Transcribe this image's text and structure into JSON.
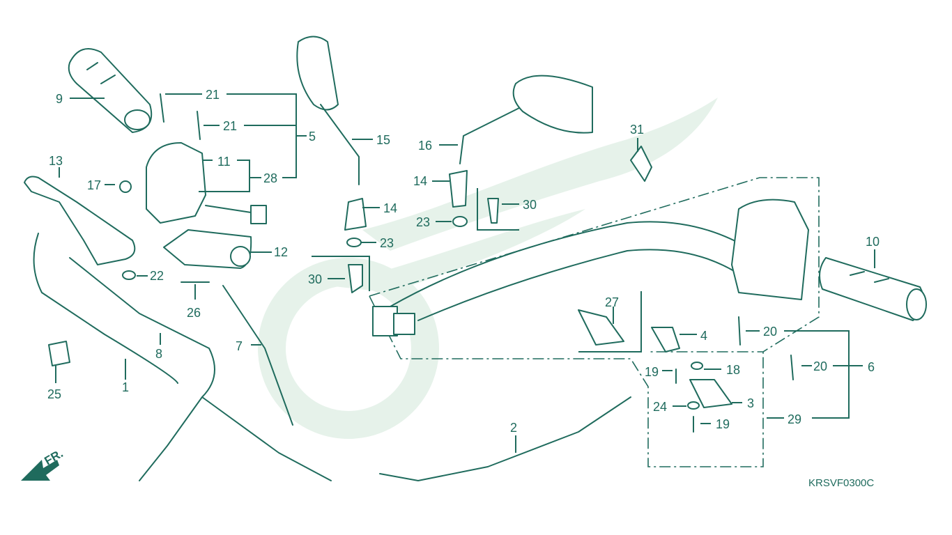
{
  "diagram": {
    "parts": [
      {
        "id": "1",
        "label": "1"
      },
      {
        "id": "2",
        "label": "2"
      },
      {
        "id": "3",
        "label": "3"
      },
      {
        "id": "4",
        "label": "4"
      },
      {
        "id": "5",
        "label": "5"
      },
      {
        "id": "6",
        "label": "6"
      },
      {
        "id": "7",
        "label": "7"
      },
      {
        "id": "8",
        "label": "8"
      },
      {
        "id": "9",
        "label": "9"
      },
      {
        "id": "10",
        "label": "10"
      },
      {
        "id": "11",
        "label": "11"
      },
      {
        "id": "12",
        "label": "12"
      },
      {
        "id": "13",
        "label": "13"
      },
      {
        "id": "14a",
        "label": "14"
      },
      {
        "id": "14b",
        "label": "14"
      },
      {
        "id": "15",
        "label": "15"
      },
      {
        "id": "16",
        "label": "16"
      },
      {
        "id": "17",
        "label": "17"
      },
      {
        "id": "18",
        "label": "18"
      },
      {
        "id": "19a",
        "label": "19"
      },
      {
        "id": "19b",
        "label": "19"
      },
      {
        "id": "20a",
        "label": "20"
      },
      {
        "id": "20b",
        "label": "20"
      },
      {
        "id": "21a",
        "label": "21"
      },
      {
        "id": "21b",
        "label": "21"
      },
      {
        "id": "22",
        "label": "22"
      },
      {
        "id": "23a",
        "label": "23"
      },
      {
        "id": "23b",
        "label": "23"
      },
      {
        "id": "24",
        "label": "24"
      },
      {
        "id": "25",
        "label": "25"
      },
      {
        "id": "26",
        "label": "26"
      },
      {
        "id": "27",
        "label": "27"
      },
      {
        "id": "28",
        "label": "28"
      },
      {
        "id": "29",
        "label": "29"
      },
      {
        "id": "30a",
        "label": "30"
      },
      {
        "id": "30b",
        "label": "30"
      },
      {
        "id": "31",
        "label": "31"
      }
    ],
    "diagram_code": "KRSVF0300C",
    "direction_label": "FR."
  },
  "colors": {
    "line": "#1f6b5d",
    "watermark": "#e6f2ea",
    "background": "#ffffff"
  }
}
